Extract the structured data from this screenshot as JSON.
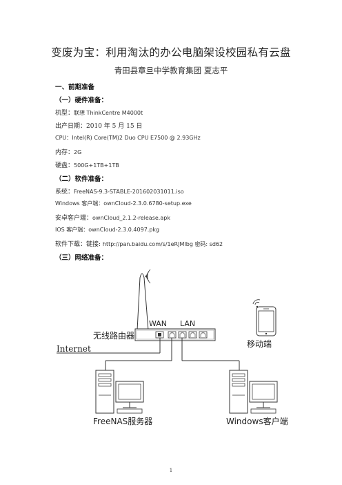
{
  "doc": {
    "title": "变废为宝：利用淘汰的办公电脑架设校园私有云盘",
    "author": "青田县章旦中学教育集团  夏志平",
    "section1": "一、前期准备",
    "hw_heading": "（一）硬件准备：",
    "hw": {
      "model_label": "机型：",
      "model_value": "联想 ThinkCentre M4000t",
      "date_label": "出产日期：",
      "date_value": "2010 年 5 月 15 日",
      "cpu_label": "CPU：",
      "cpu_value": "Intel(R) Core(TM)2 Duo CPU E7500 @ 2.93GHz",
      "ram_label": "内存：",
      "ram_value": "2G",
      "disk_label": "硬盘：",
      "disk_value": "500G+1TB+1TB"
    },
    "sw_heading": "（二）软件准备：",
    "sw": {
      "system_label": "系统：",
      "system_value": "FreeNAS-9.3-STABLE-201602031011.iso",
      "win_label": "Windows 客户端：",
      "win_value": "ownCloud-2.3.0.6780-setup.exe",
      "android_label": "安卓客户端：",
      "android_value": "ownCloud_2.1.2-release.apk",
      "ios_label": "IOS 客户端：",
      "ios_value": "ownCloud-2.3.0.4097.pkg",
      "download_label": "软件下载：链接: ",
      "download_value": "http://pan.baidu.com/s/1eRJMIbg  密码: sd62"
    },
    "net_heading": "（三）网络准备：",
    "page_number": "1"
  },
  "diagram": {
    "wan_label": "WAN",
    "lan_label": "LAN",
    "router_label": "无线路由器",
    "internet_label": "Internet",
    "mobile_label": "移动端",
    "server_label": "FreeNAS服务器",
    "client_label": "Windows客户端"
  }
}
